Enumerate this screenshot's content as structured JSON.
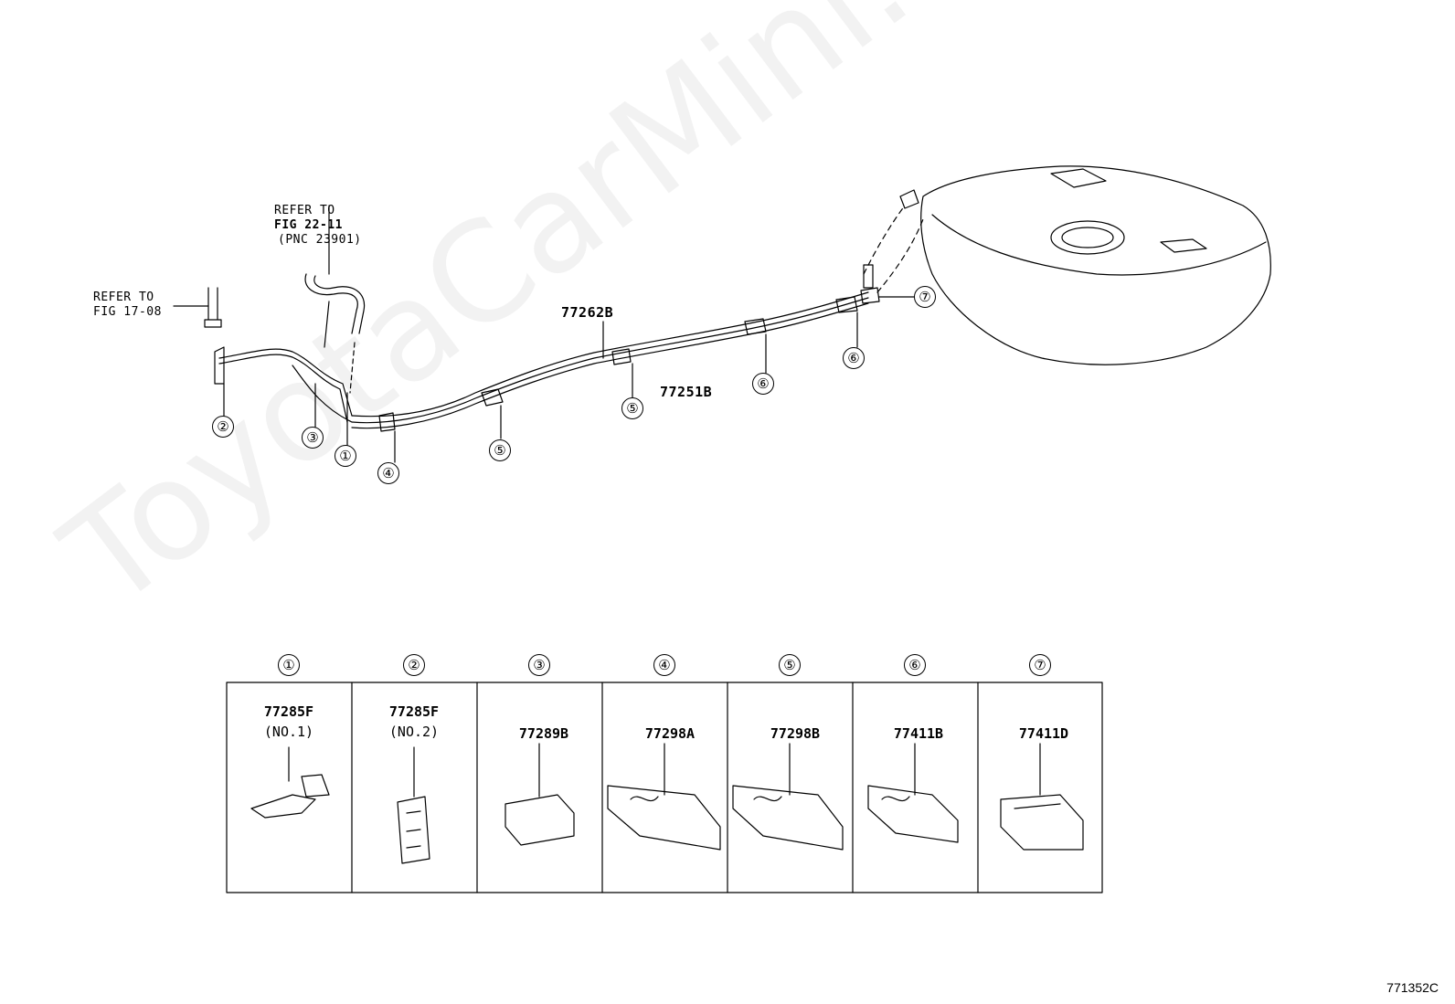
{
  "refs": {
    "ref_a_line1": "REFER TO",
    "ref_a_line2": "FIG 22-11",
    "ref_a_line3": "(PNC 23901)",
    "ref_b_line1": "REFER TO",
    "ref_b_line2": "FIG 17-08"
  },
  "parts": {
    "p77262B": "77262B",
    "p77251B": "77251B"
  },
  "callouts": {
    "c1": "①",
    "c2": "②",
    "c3": "③",
    "c4": "④",
    "c5": "⑤",
    "c6": "⑥",
    "c7": "⑦"
  },
  "table": [
    {
      "num": "①",
      "part": "77285F",
      "sub": "(NO.1)"
    },
    {
      "num": "②",
      "part": "77285F",
      "sub": "(NO.2)"
    },
    {
      "num": "③",
      "part": "77289B",
      "sub": ""
    },
    {
      "num": "④",
      "part": "77298A",
      "sub": ""
    },
    {
      "num": "⑤",
      "part": "77298B",
      "sub": ""
    },
    {
      "num": "⑥",
      "part": "77411B",
      "sub": ""
    },
    {
      "num": "⑦",
      "part": "77411D",
      "sub": ""
    }
  ],
  "watermark": "ToyotaCarMini.ru",
  "diagram_code": "771352C"
}
